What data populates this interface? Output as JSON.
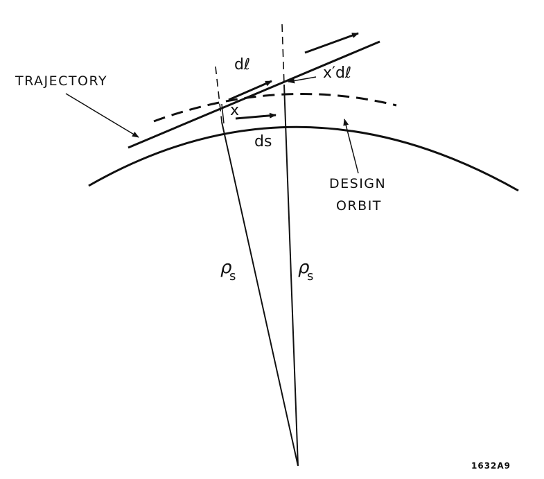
{
  "labels": {
    "trajectory": "TRAJECTORY",
    "design_orbit_line1": "DESIGN",
    "design_orbit_line2": "ORBIT",
    "dl": "dℓ",
    "xprime_dl": "x′dℓ",
    "x": "x",
    "ds": "ds",
    "rho_left_symbol": "ρ",
    "rho_left_sub": "s",
    "rho_right_symbol": "ρ",
    "rho_right_sub": "s",
    "figure_id": "1632A9"
  },
  "colors": {
    "ink": "#111111",
    "background": "#ffffff"
  }
}
